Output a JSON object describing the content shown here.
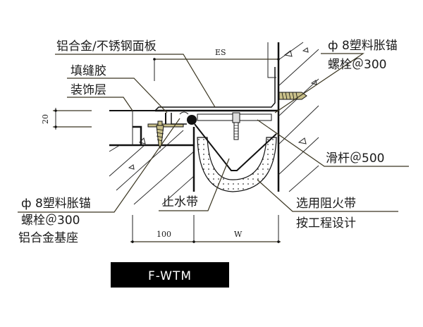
{
  "diagram": {
    "title": "F-WTM",
    "labels": {
      "panel": "铝合金/不锈钢面板",
      "sealant": "填缝胶",
      "decor_layer": "装饰层",
      "anchor_left_line1": "ф 8塑料胀锚",
      "anchor_left_line2": "螺栓＠300",
      "base": "铝合金基座",
      "waterstop": "止水带",
      "anchor_right_line1": "ф 8塑料胀锚",
      "anchor_right_line2": "螺栓＠300",
      "slide_bar": "滑杆＠500",
      "fire_belt_line1": "选用阻火带",
      "fire_belt_line2": "按工程设计"
    },
    "dimensions": {
      "es": "ES",
      "thickness": "20",
      "base_width": "100",
      "gap_width": "W"
    }
  }
}
